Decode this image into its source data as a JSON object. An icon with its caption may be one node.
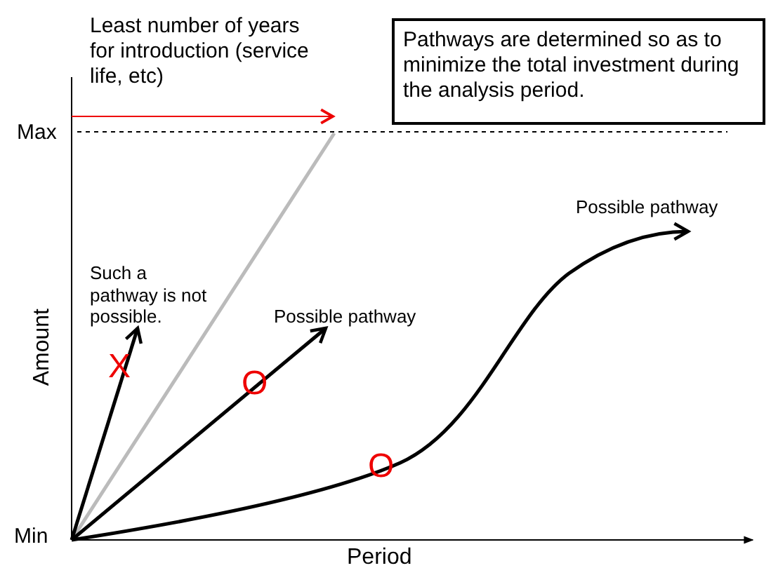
{
  "diagram": {
    "nodes": [
      {
        "text": [
          "Pathways are determined so as to minimize the total investment during the analysis period."
        ]
      },
      {
        "text": [
          "Possible pathway"
        ]
      },
      {
        "text": [
          "Such a pathway is not possible."
        ]
      },
      {
        "text": [
          "Possible pathway"
        ]
      }
    ],
    "edges": [
      {
        "from": null,
        "to": 2,
        "arrow": "to"
      },
      {
        "from": null,
        "to": 3,
        "arrow": "to"
      },
      {
        "from": null,
        "to": 1,
        "arrow": "to"
      }
    ],
    "labels": [
      "Least number of years for introduction (service life, etc)",
      "Max",
      "Amount",
      "X",
      "O",
      "O",
      "Min",
      "Period"
    ]
  }
}
